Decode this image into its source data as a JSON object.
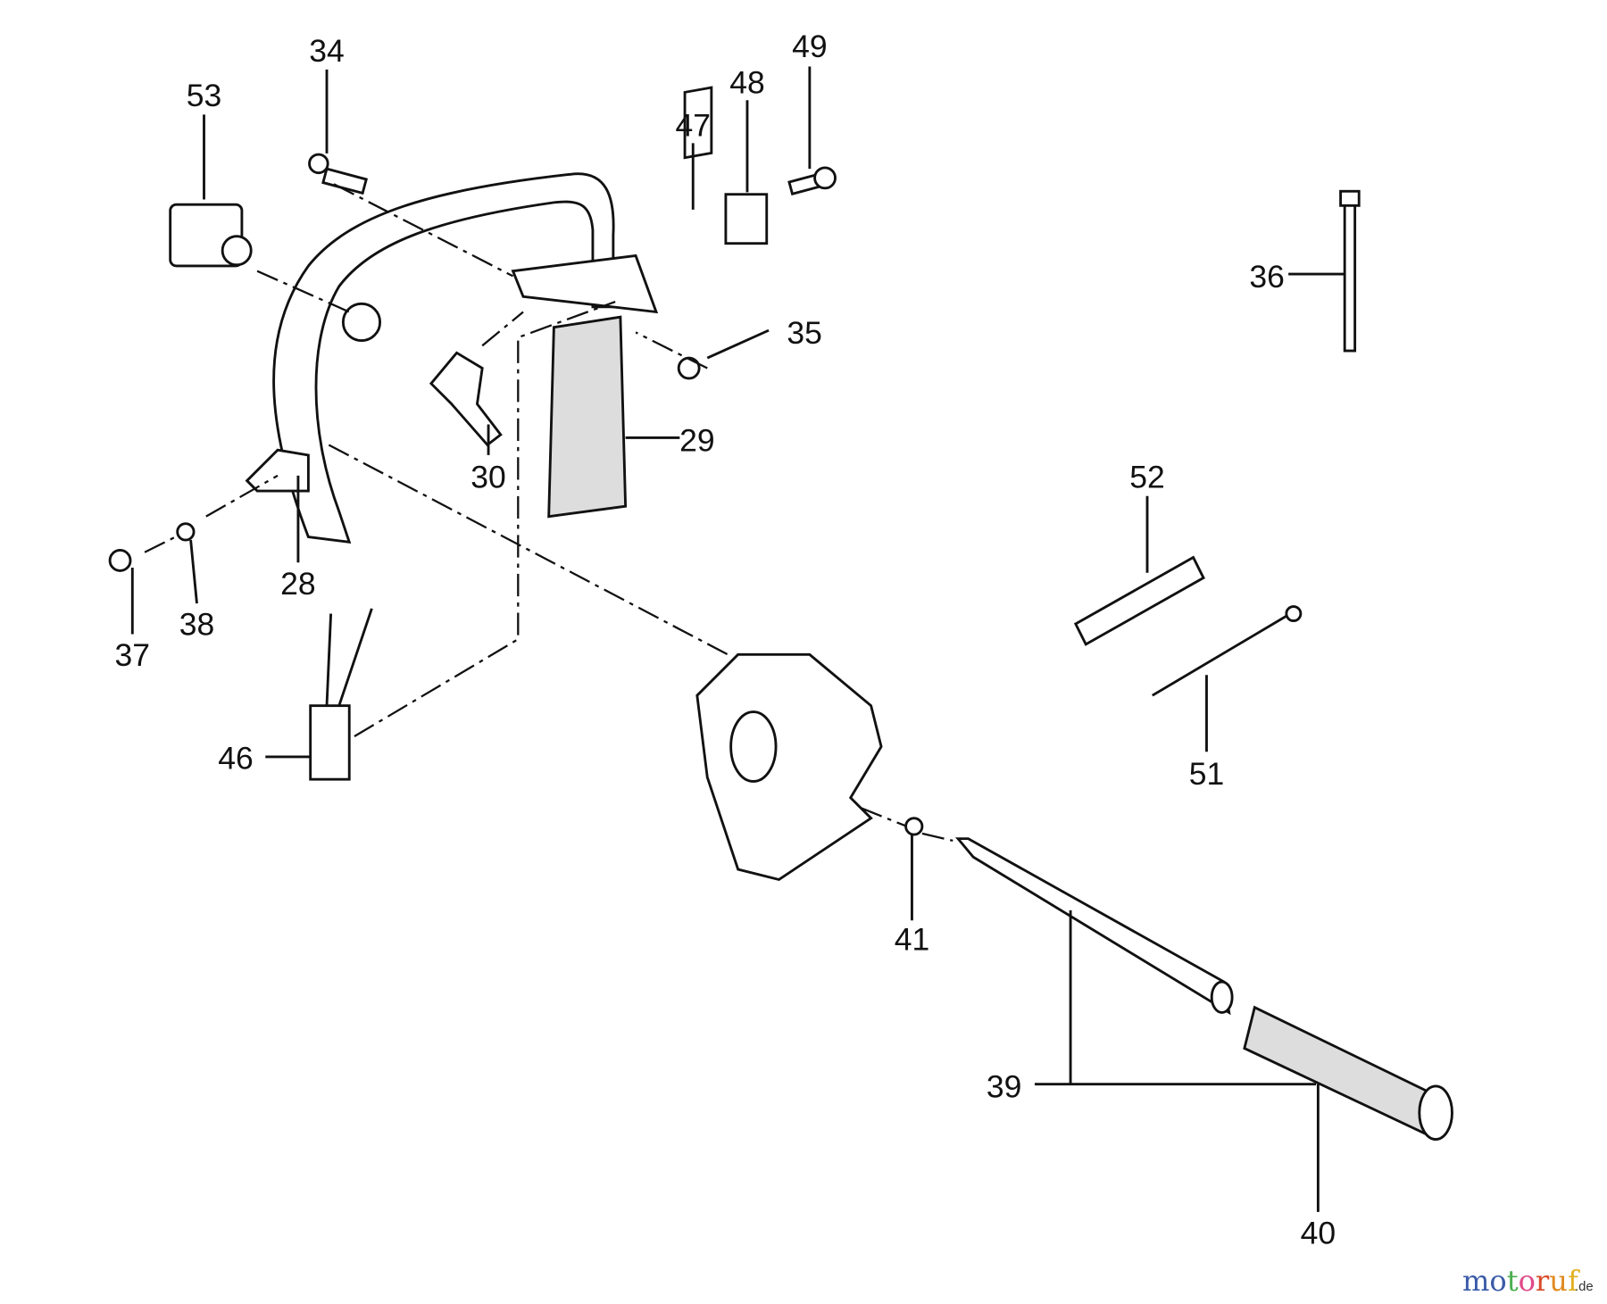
{
  "diagram": {
    "labels": [
      {
        "id": "34",
        "text": "34"
      },
      {
        "id": "53",
        "text": "53"
      },
      {
        "id": "47",
        "text": "47"
      },
      {
        "id": "48",
        "text": "48"
      },
      {
        "id": "49",
        "text": "49"
      },
      {
        "id": "36",
        "text": "36"
      },
      {
        "id": "35",
        "text": "35"
      },
      {
        "id": "29",
        "text": "29"
      },
      {
        "id": "30",
        "text": "30"
      },
      {
        "id": "52",
        "text": "52"
      },
      {
        "id": "28",
        "text": "28"
      },
      {
        "id": "37",
        "text": "37"
      },
      {
        "id": "38",
        "text": "38"
      },
      {
        "id": "46",
        "text": "46"
      },
      {
        "id": "51",
        "text": "51"
      },
      {
        "id": "41",
        "text": "41"
      },
      {
        "id": "39",
        "text": "39"
      },
      {
        "id": "40",
        "text": "40"
      }
    ]
  },
  "watermark": {
    "brand": "motoruf",
    "letters": [
      "m",
      "o",
      "t",
      "o",
      "r",
      "u",
      "f"
    ],
    "suffix": ".de",
    "colors": [
      "#3b5ba8",
      "#3b5ba8",
      "#4caf50",
      "#e04a8a",
      "#d94a2a",
      "#e08a20",
      "#e0b020"
    ]
  }
}
